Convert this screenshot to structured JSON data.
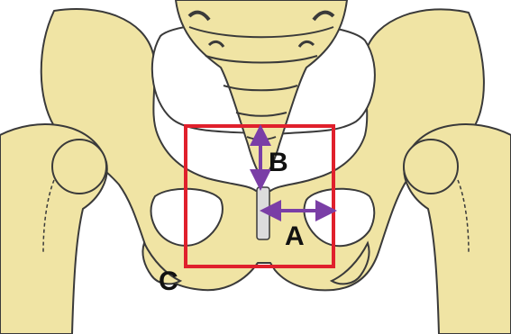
{
  "labels": {
    "a": "A",
    "b": "B",
    "c": "C"
  },
  "colors": {
    "background": "#ffffff",
    "bone_fill": "#f0e4a4",
    "bone_outline": "#3a3a3a",
    "highlight_box": "#e0202c",
    "arrow": "#7a3ea6",
    "pubic_gap": "#dcdcdc"
  }
}
